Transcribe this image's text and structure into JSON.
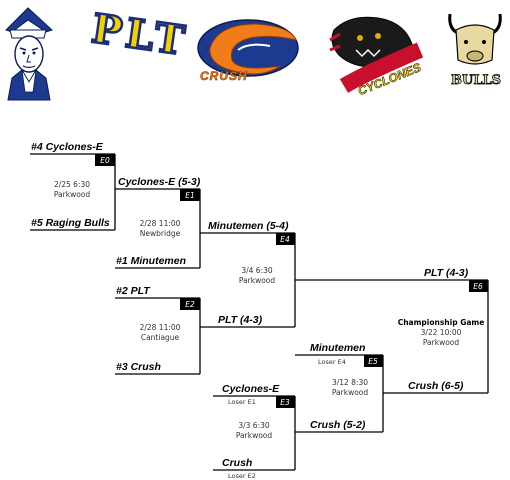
{
  "logos": {
    "plt_text": "PLT",
    "crush_text": "CRUSH",
    "cyclones_text": "CYCLONES",
    "bulls_text": "BULLS"
  },
  "bracket": {
    "r1_top": "#4 Cyclones-E",
    "r1_bottom": "#5 Raging Bulls",
    "g0_id": "E0",
    "g0_date": "2/25 6:30",
    "g0_venue": "Parkwood",
    "g0_winner": "Cyclones-E (5-3)",
    "r1b_bottom": "#1 Minutemen",
    "g1_id": "E1",
    "g1_date": "2/28 11:00",
    "g1_venue": "Newbridge",
    "g1_winner": "Minutemen (5-4)",
    "r2_top": "#2 PLT",
    "r2_bottom": "#3 Crush",
    "g2_id": "E2",
    "g2_date": "2/28 11:00",
    "g2_venue": "Cantiague",
    "g2_winner": "PLT (4-3)",
    "g4_id": "E4",
    "g4_date": "3/4  6:30",
    "g4_venue": "Parkwood",
    "g4_winner": "PLT (4-3)",
    "g6_id": "E6",
    "g6_title": "Championship Game",
    "g6_date": "3/22  10:00",
    "g6_venue": "Parkwood",
    "lb_top": "Cyclones-E",
    "lb_top_note": "Loser E1",
    "lb_bottom": "Crush",
    "lb_bottom_note": "Loser E2",
    "g3_id": "E3",
    "g3_date": "3/3  6:30",
    "g3_venue": "Parkwood",
    "g3_winner": "Crush (5-2)",
    "g5_top": "Minutemen",
    "g5_top_note": "Loser E4",
    "g5_id": "E5",
    "g5_date": "3/12  8:30",
    "g5_venue": "Parkwood",
    "g5_winner": "Crush (6-5)"
  }
}
